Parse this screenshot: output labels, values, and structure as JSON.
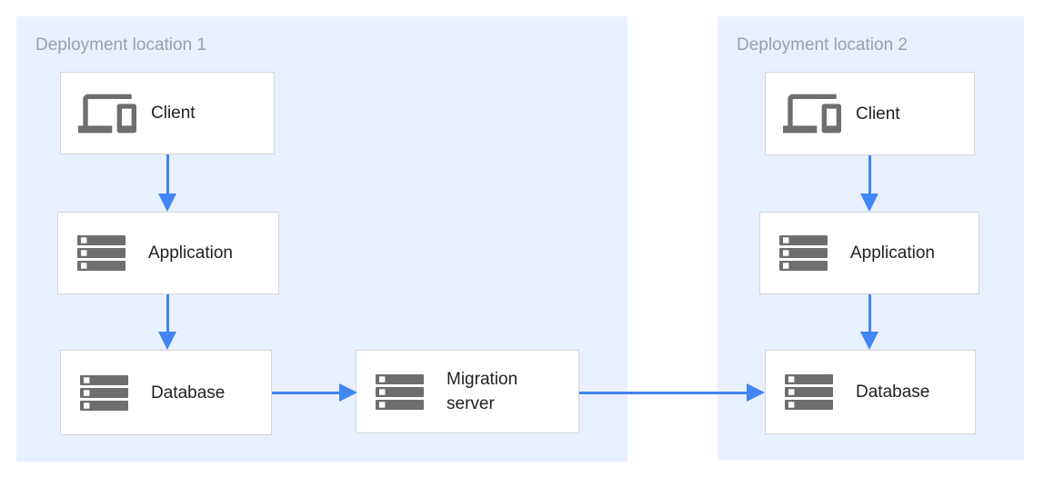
{
  "regions": [
    {
      "title": "Deployment location 1"
    },
    {
      "title": "Deployment location 2"
    }
  ],
  "nodes": {
    "client1": {
      "label": "Client",
      "icon": "devices-icon"
    },
    "application1": {
      "label": "Application",
      "icon": "server-icon"
    },
    "database1": {
      "label": "Database",
      "icon": "server-icon"
    },
    "migration_server": {
      "label": "Migration server",
      "icon": "server-icon"
    },
    "client2": {
      "label": "Client",
      "icon": "devices-icon"
    },
    "application2": {
      "label": "Application",
      "icon": "server-icon"
    },
    "database2": {
      "label": "Database",
      "icon": "server-icon"
    }
  },
  "edges": [
    {
      "from": "client1",
      "to": "application1"
    },
    {
      "from": "application1",
      "to": "database1"
    },
    {
      "from": "database1",
      "to": "migration_server"
    },
    {
      "from": "migration_server",
      "to": "database2"
    },
    {
      "from": "client2",
      "to": "application2"
    },
    {
      "from": "application2",
      "to": "database2"
    }
  ],
  "colors": {
    "canvas_bg": "#ffffff",
    "region_bg": "#e8f0fe",
    "region_title": "#9aa0a6",
    "node_bg": "#ffffff",
    "node_border": "#d5d5d5",
    "node_label": "#212121",
    "icon": "#6e6e6e",
    "arrow": "#4285f4"
  }
}
